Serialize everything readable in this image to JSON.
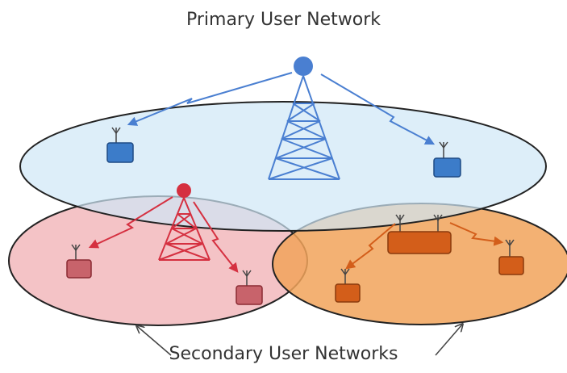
{
  "labels": {
    "primary_title": "Primary User Network",
    "secondary_title": "Secondary User Networks"
  },
  "colors": {
    "primary": "#4a7fd1",
    "primary_fill": "#d6ecfa",
    "secondary_red": "#d53040",
    "secondary_red_fill": "#f2b9bc",
    "secondary_orange": "#d35e1a",
    "secondary_orange_fill": "#f1a35b",
    "outline": "#222222"
  },
  "networks": [
    {
      "name": "primary-network",
      "base_station": "primary-tower",
      "devices": 2
    },
    {
      "name": "secondary-network-red",
      "base_station": "red-tower",
      "devices": 2
    },
    {
      "name": "secondary-network-orange",
      "base_station": "orange-access-point",
      "devices": 2
    }
  ]
}
